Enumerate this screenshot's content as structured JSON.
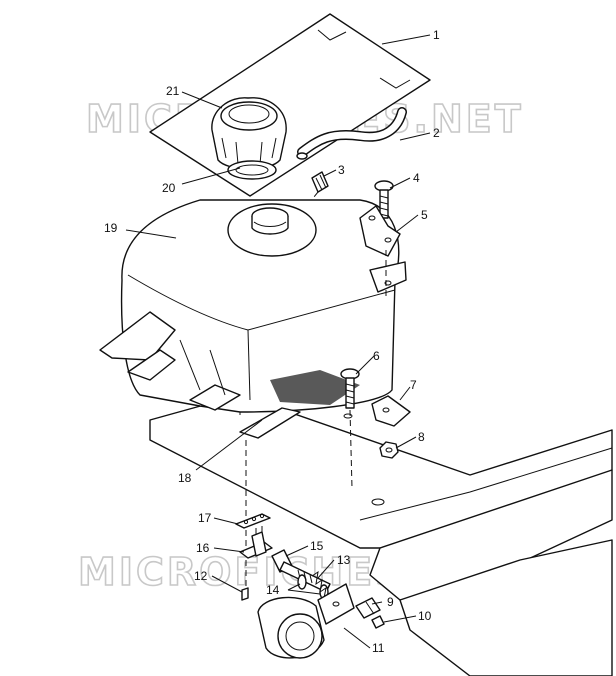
{
  "callouts": [
    {
      "id": "c1",
      "label": "1"
    },
    {
      "id": "c2",
      "label": "2"
    },
    {
      "id": "c3",
      "label": "3"
    },
    {
      "id": "c4",
      "label": "4"
    },
    {
      "id": "c5",
      "label": "5"
    },
    {
      "id": "c6",
      "label": "6"
    },
    {
      "id": "c7",
      "label": "7"
    },
    {
      "id": "c8",
      "label": "8"
    },
    {
      "id": "c9",
      "label": "9"
    },
    {
      "id": "c10",
      "label": "10"
    },
    {
      "id": "c11",
      "label": "11"
    },
    {
      "id": "c12",
      "label": "12"
    },
    {
      "id": "c13",
      "label": "13"
    },
    {
      "id": "c14",
      "label": "14"
    },
    {
      "id": "c15",
      "label": "15"
    },
    {
      "id": "c16",
      "label": "16"
    },
    {
      "id": "c17",
      "label": "17"
    },
    {
      "id": "c18",
      "label": "18"
    },
    {
      "id": "c19",
      "label": "19"
    },
    {
      "id": "c20",
      "label": "20"
    },
    {
      "id": "c21",
      "label": "21"
    }
  ],
  "watermark": {
    "text": "MICROFICHES.NET"
  }
}
